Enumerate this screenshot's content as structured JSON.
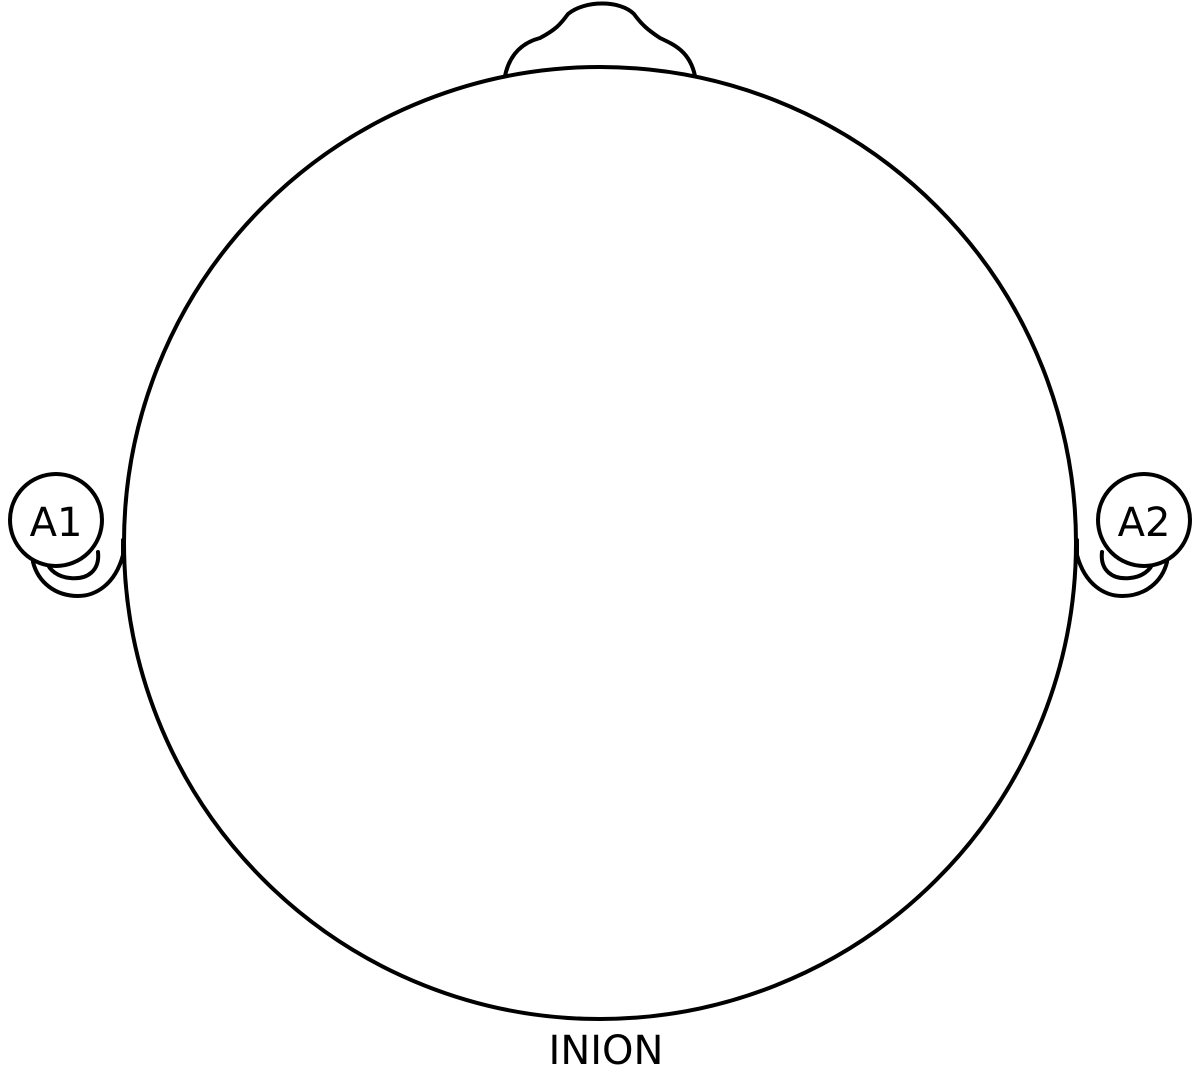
{
  "labels": {
    "left_ear": "A1",
    "right_ear": "A2",
    "back": "INION"
  },
  "colors": {
    "stroke": "#000000",
    "background": "#ffffff"
  }
}
